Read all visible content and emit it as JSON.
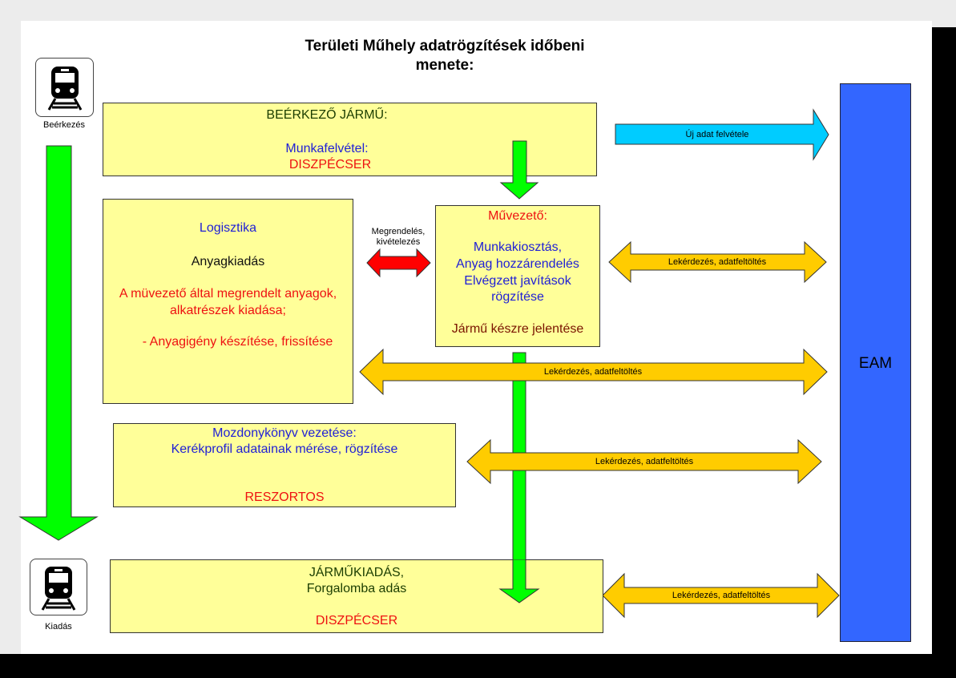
{
  "title_line1": "Területi Műhely adatrögzítések időbeni",
  "title_line2": "menete:",
  "icons": {
    "arrival_label": "Beérkezés",
    "departure_label": "Kiadás"
  },
  "boxes": {
    "incoming": {
      "line1": "BEÉRKEZŐ JÁRMŰ:",
      "line2": "Munkafelvétel:",
      "line3": "DISZPÉCSER"
    },
    "logistics": {
      "line1": "Logisztika",
      "line2": "Anyagkiadás",
      "line3": "A müvezető által megrendelt anyagok,",
      "line4": "alkatrészek kiadása;",
      "line5": "- Anyagigény készítése, frissítése"
    },
    "foreman": {
      "line1": "Művezető:",
      "line2": "Munkakiosztás,",
      "line3": "Anyag hozzárendelés",
      "line4": "Elvégzett javítások",
      "line5": "rögzítése",
      "line6": "Jármű készre jelentése"
    },
    "logbook": {
      "line1": "Mozdonykönyv vezetése:",
      "line2": "Kerékprofil adatainak mérése, rögzítése",
      "line3": "RESZORTOS"
    },
    "release": {
      "line1": "JÁRMŰKIADÁS,",
      "line2": "Forgalomba adás",
      "line3": "DISZPÉCSER"
    }
  },
  "arrows": {
    "new_data": "Új adat felvétele",
    "order_line1": "Megrendelés,",
    "order_line2": "kivételezés",
    "query1": "Lekérdezés, adatfeltöltés",
    "query2": "Lekérdezés, adatfeltöltés",
    "query3": "Lekérdezés, adatfeltöltés",
    "query4": "Lekérdezés, adatfeltöltés"
  },
  "eam_label": "EAM",
  "colors": {
    "box_fill": "#ffff99",
    "eam_fill": "#3366ff",
    "green_arrow": "#00ff00",
    "gold_arrow": "#ffcc00",
    "cyan_arrow": "#00ccff",
    "red_arrow": "#ff0000"
  }
}
